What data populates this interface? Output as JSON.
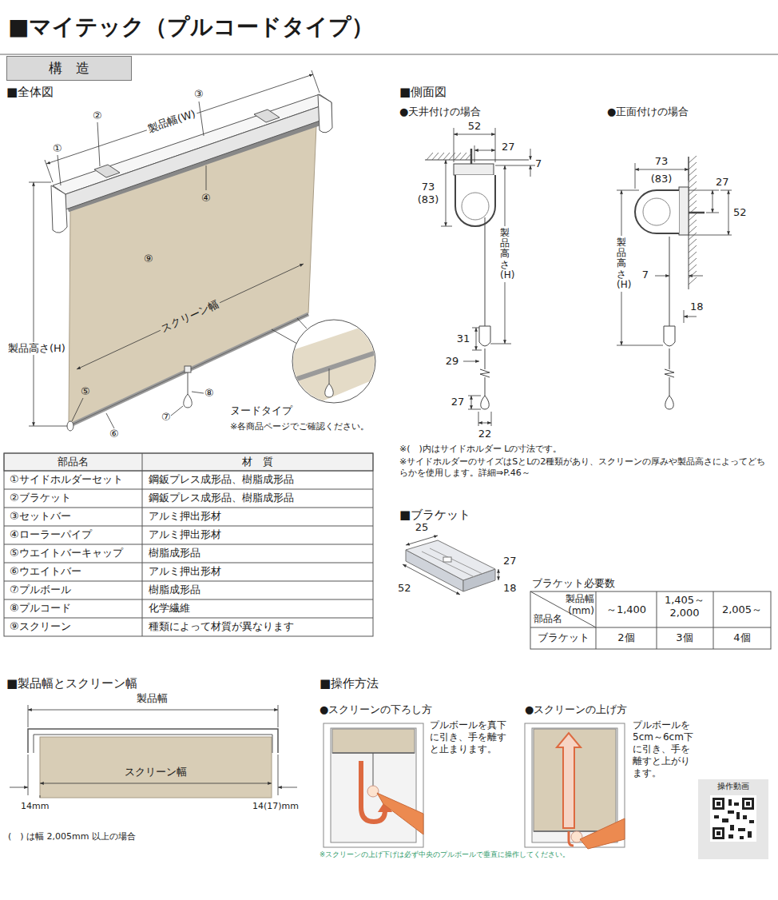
{
  "diagram": {
    "title": "■マイテック（プルコードタイプ）",
    "nodes": [
      {
        "text": [
          "構　造"
        ]
      },
      {
        "text": [
          "操作動画"
        ]
      }
    ],
    "labels": [
      "■全体図",
      "①",
      "②",
      "③",
      "④",
      "⑤",
      "⑥",
      "⑦",
      "⑧",
      "⑨",
      "製品幅(W)",
      "スクリーン幅",
      "製品高さ(H)",
      "ヌードタイプ",
      "※各商品ページでご確認ください。",
      "部品名",
      "材　質",
      "①サイドホルダーセット",
      "鋼鈑プレス成形品、樹脂成形品",
      "②ブラケット",
      "鋼鈑プレス成形品、樹脂成形品",
      "③セットバー",
      "アルミ押出形材",
      "④ローラーパイプ",
      "アルミ押出形材",
      "⑤ウエイトバーキャップ",
      "樹脂成形品",
      "⑥ウエイトバー",
      "アルミ押出形材",
      "⑦プルボール",
      "樹脂成形品",
      "⑧プルコード",
      "化学繊維",
      "⑨スクリーン",
      "種類によって材質が異なります",
      "■側面図",
      "●天井付けの場合",
      "●正面付けの場合",
      "52",
      "27",
      "7",
      "73",
      "(83)",
      "製品高さ(H)",
      "31",
      "29",
      "27",
      "22",
      "73",
      "(83)",
      "27",
      "52",
      "製品高さ(H)",
      "7",
      "18",
      "※(　)内はサイドホルダー Lの寸法です。",
      "※サイドホルダーのサイズはSとLの2種類があり、スクリーンの厚みや製品高さによってどちらかを使用します。詳細⇒P.46～",
      "■ブラケット",
      "25",
      "27",
      "18",
      "52",
      "ブラケット必要数",
      "製品幅 (mm)",
      "部品名",
      "～1,400",
      "1,405～ 2,000",
      "2,005～",
      "ブラケット",
      "2個",
      "3個",
      "4個",
      "■製品幅とスクリーン幅",
      "製品幅",
      "スクリーン幅",
      "14mm",
      "14(17)mm",
      "(　) は幅 2,005mm 以上の場合",
      "■操作方法",
      "●スクリーンの下ろし方",
      "プルボールを真下に引き、手を離すと止まります。",
      "●スクリーンの上げ方",
      "プルボールを5cm～6cm下に引き、手を離すと上がります。",
      "※スクリーンの上げ下げは必ず中央のプルボールで垂直に操作してください。"
    ]
  }
}
